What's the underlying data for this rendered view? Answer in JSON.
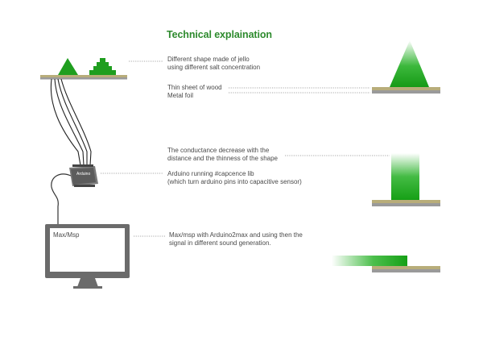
{
  "title": "Technical explaination",
  "notes": {
    "jello": [
      "Different shape made of jello",
      "using different salt concentration"
    ],
    "wood": "Thin sheet of wood",
    "foil": "Metal foil",
    "conductance": [
      "The conductance decrease with the",
      "distance and the thinness of the shape"
    ],
    "arduino": [
      "Arduino running #capcence lib",
      "(which turn arduino pins into  capacitive sensor)"
    ],
    "max": [
      "Max/msp with Arduino2max and using then the",
      "signal in different sound generation."
    ]
  },
  "screen_label": "Max/Msp",
  "board_label": "Arduino",
  "colors": {
    "title": "#2e8b2e",
    "jello": "#1a9e1a",
    "wood": "#b8ad7a",
    "foil": "#9a9a9a",
    "device": "#6b6b6b",
    "text": "#4a4a4a"
  }
}
